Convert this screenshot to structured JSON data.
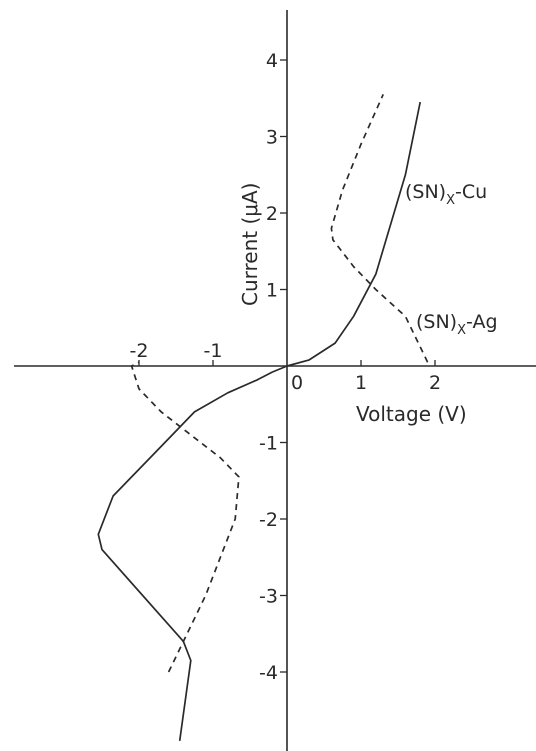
{
  "chart_data": {
    "type": "line",
    "xlabel": "Voltage (V)",
    "ylabel": "Current (μA)",
    "xlim": [
      -3.6,
      3.6
    ],
    "ylim": [
      -4.9,
      4.6
    ],
    "x_ticks": [
      -2,
      -1,
      0,
      1,
      2
    ],
    "x_tick_labels": [
      "-2",
      "-1",
      "0",
      "1",
      "2"
    ],
    "y_ticks": [
      -4,
      -3,
      -2,
      -1,
      1,
      2,
      3,
      4
    ],
    "y_tick_labels": [
      "-4",
      "-3",
      "-2",
      "-1",
      "1",
      "2",
      "3",
      "4"
    ],
    "grid": false,
    "series": [
      {
        "name": "(SN)x-Cu",
        "label_main": "(SN)",
        "label_sub": "X",
        "label_tail": "-Cu",
        "style": "solid",
        "color": "#2a2a2a",
        "x": [
          -1.45,
          -1.3,
          -1.4,
          -2.5,
          -2.55,
          -2.35,
          -1.8,
          -1.25,
          -0.8,
          -0.4,
          -0.2,
          0,
          0.3,
          0.65,
          0.9,
          1.2,
          1.6,
          1.8
        ],
        "y": [
          -4.9,
          -3.85,
          -3.6,
          -2.4,
          -2.2,
          -1.7,
          -1.15,
          -0.6,
          -0.35,
          -0.18,
          -0.08,
          0,
          0.08,
          0.3,
          0.65,
          1.2,
          2.5,
          3.45
        ]
      },
      {
        "name": "(SN)x-Ag",
        "label_main": "(SN)",
        "label_sub": "X",
        "label_tail": "-Ag",
        "style": "dashed",
        "color": "#2a2a2a",
        "x": [
          -1.6,
          -1.1,
          -0.7,
          -0.65,
          -0.9,
          -1.3,
          -1.7,
          -2.0,
          -2.1,
          -2.0
        ],
        "y": [
          -4.0,
          -3.0,
          -2.0,
          -1.45,
          -1.2,
          -0.9,
          -0.6,
          -0.3,
          0,
          0.05
        ],
        "x2": [
          1.9,
          1.6,
          1.2,
          0.9,
          0.62,
          0.6,
          0.75,
          1.0,
          1.3
        ],
        "y2": [
          0.05,
          0.65,
          1.0,
          1.3,
          1.65,
          1.8,
          2.3,
          2.9,
          3.55
        ]
      }
    ]
  }
}
